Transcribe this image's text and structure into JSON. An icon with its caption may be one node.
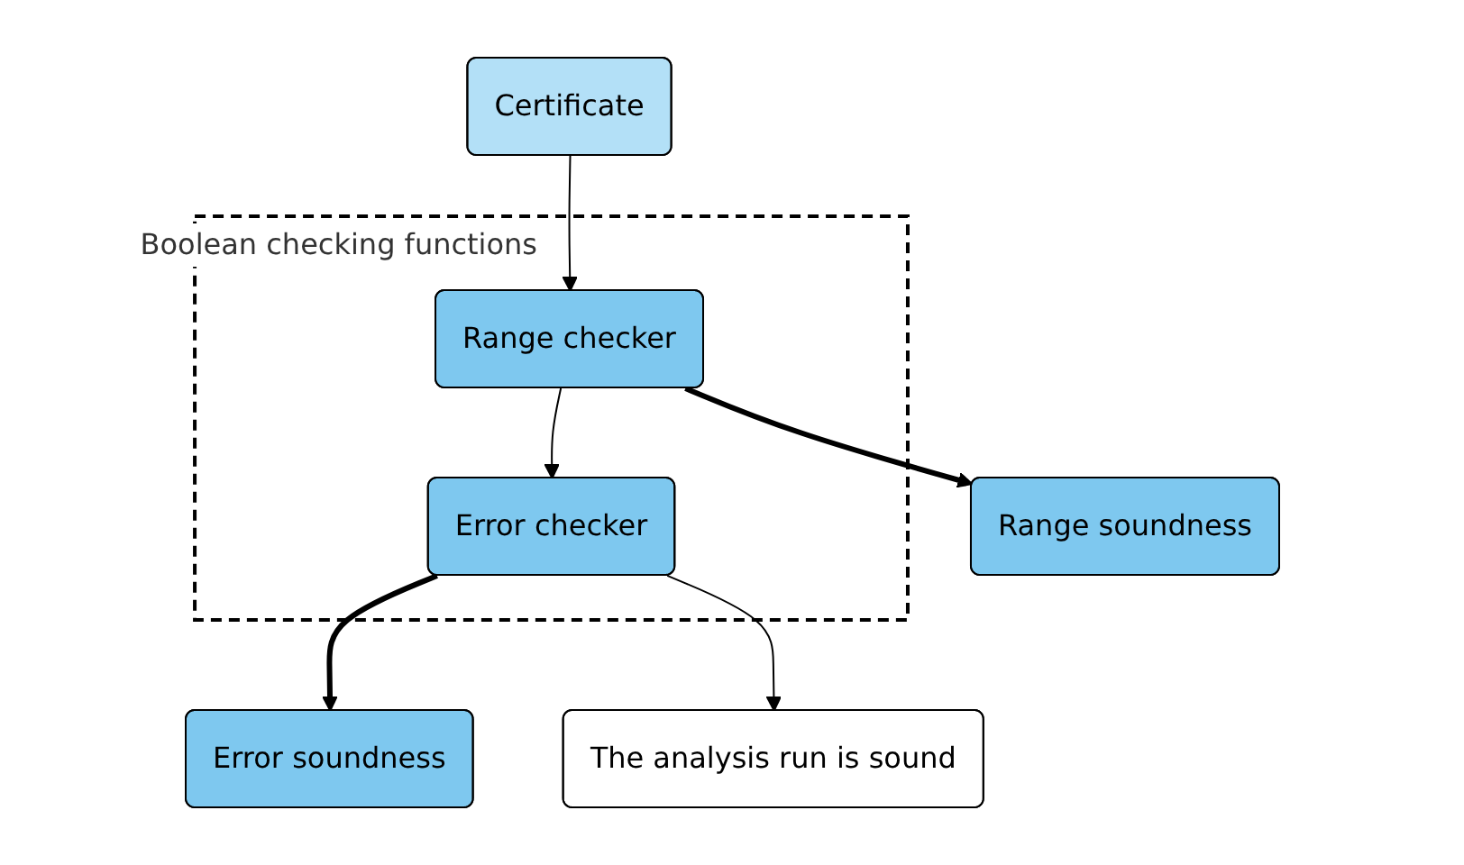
{
  "diagram": {
    "nodes": [
      {
        "text": [
          "Certificate"
        ]
      },
      {
        "text": [
          "Boolean checking functions"
        ]
      },
      {
        "text": [
          "Range checker"
        ],
        "in": 1
      },
      {
        "text": [
          "Range soundness"
        ]
      },
      {
        "text": [
          "Error checker"
        ],
        "in": 1
      },
      {
        "text": [
          "Error soundness"
        ]
      },
      {
        "text": [
          "The analysis run is sound"
        ]
      }
    ],
    "edges": [
      {
        "from": 0,
        "to": 2,
        "arrow": "to"
      },
      {
        "from": 2,
        "to": 3,
        "arrow": "to",
        "style": "thick"
      },
      {
        "from": 2,
        "to": 4,
        "arrow": "to"
      },
      {
        "from": 4,
        "to": 5,
        "arrow": "to",
        "style": "thick"
      },
      {
        "from": 4,
        "to": 6,
        "arrow": "to"
      }
    ]
  }
}
